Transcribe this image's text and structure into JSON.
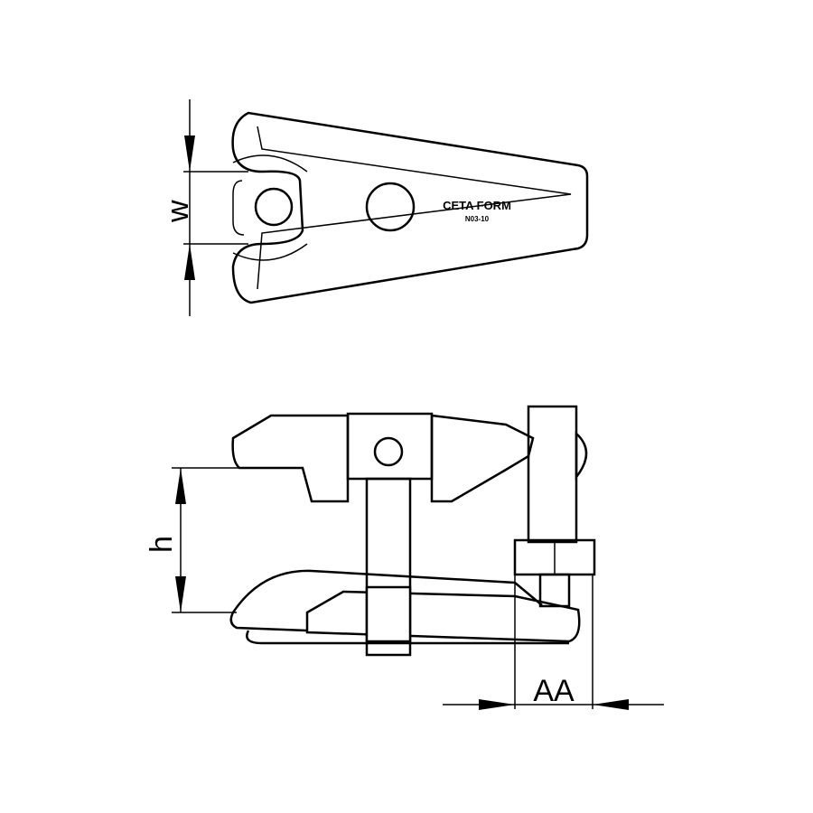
{
  "dimensions": {
    "width_label": "w",
    "height_label": "h",
    "offset_label": "AA"
  },
  "marking": {
    "brand": "CETA FORM",
    "model": "N03-10"
  },
  "colors": {
    "line": "#000000",
    "background": "#ffffff"
  }
}
